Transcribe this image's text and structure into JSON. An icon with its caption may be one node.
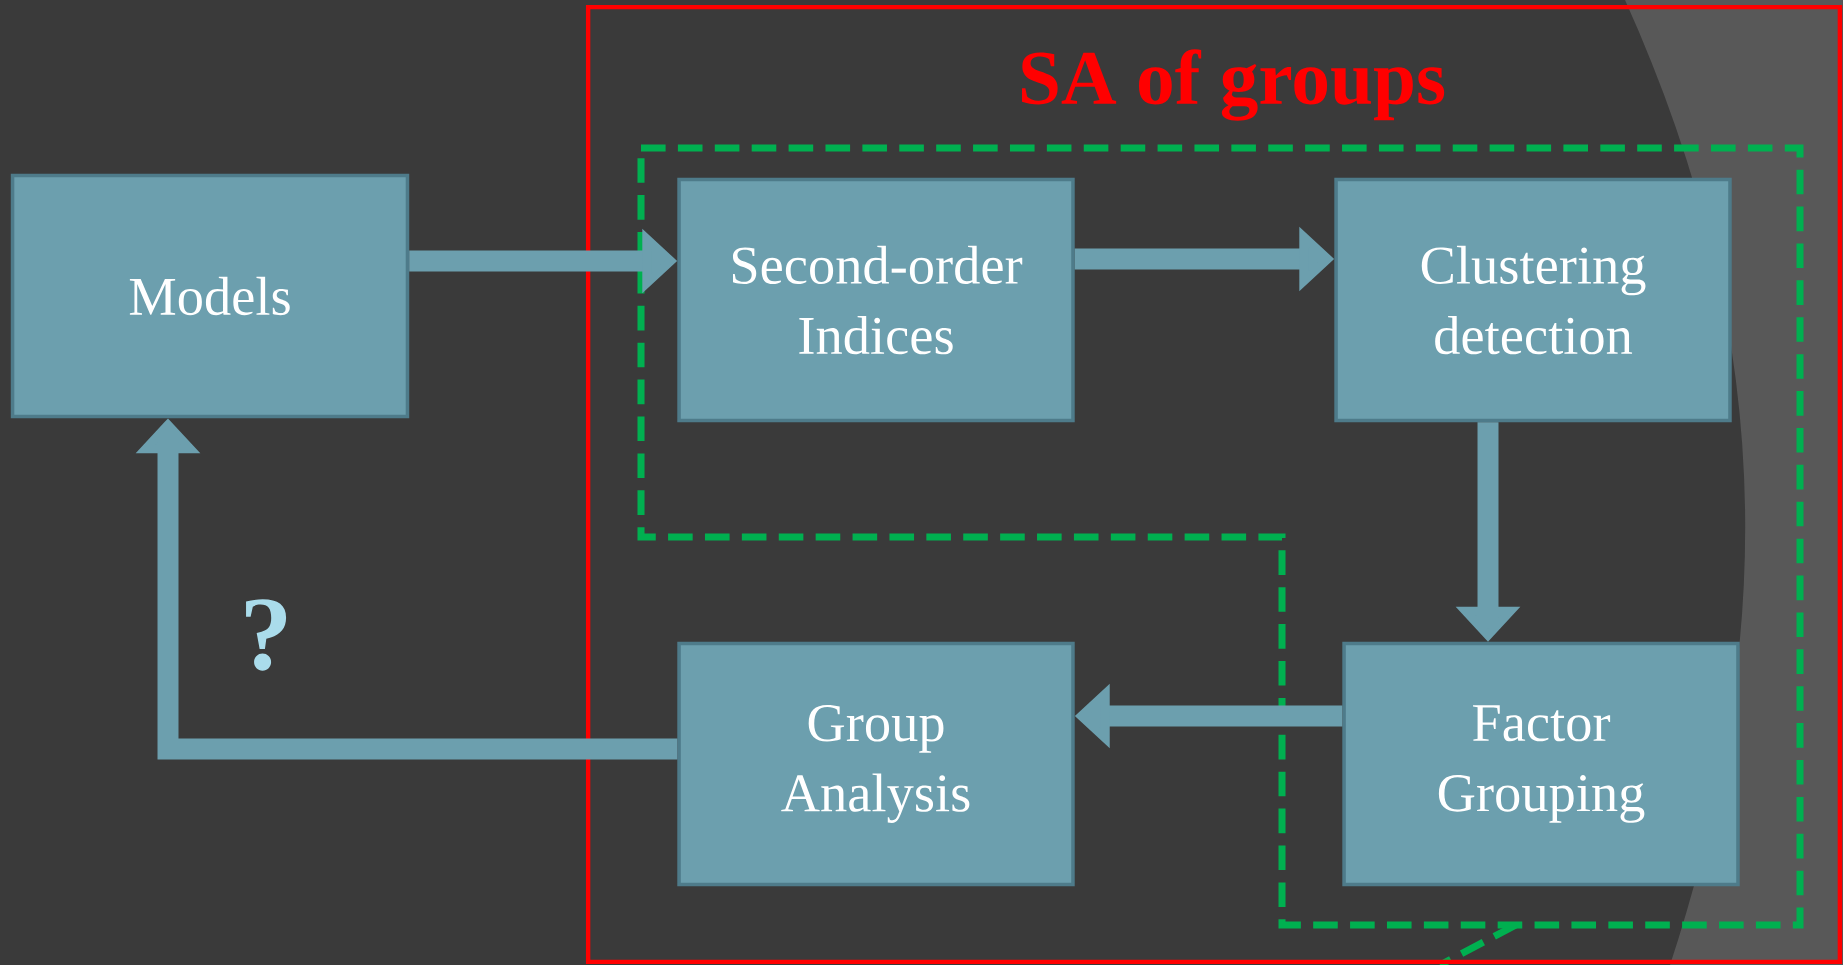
{
  "diagram": {
    "nodes": [
      {
        "text": [
          "Models"
        ]
      },
      {
        "text": [
          "SA of groups"
        ]
      },
      {
        "text": [
          "Second-order Indices"
        ],
        "in": 1
      },
      {
        "text": [
          "Clustering detection"
        ],
        "in": 1
      },
      {
        "text": [
          "Group Analysis"
        ],
        "in": 1
      },
      {
        "text": [
          "Factor Grouping"
        ],
        "in": 1
      }
    ],
    "edges": [
      {
        "from": 0,
        "to": 2,
        "arrow": "to"
      },
      {
        "from": 2,
        "to": 3,
        "arrow": "to"
      },
      {
        "from": 3,
        "to": 5,
        "arrow": "to"
      },
      {
        "from": 5,
        "to": 4,
        "arrow": "to"
      },
      {
        "from": 4,
        "to": 0,
        "arrow": "to"
      }
    ],
    "labels": [
      "?"
    ]
  }
}
